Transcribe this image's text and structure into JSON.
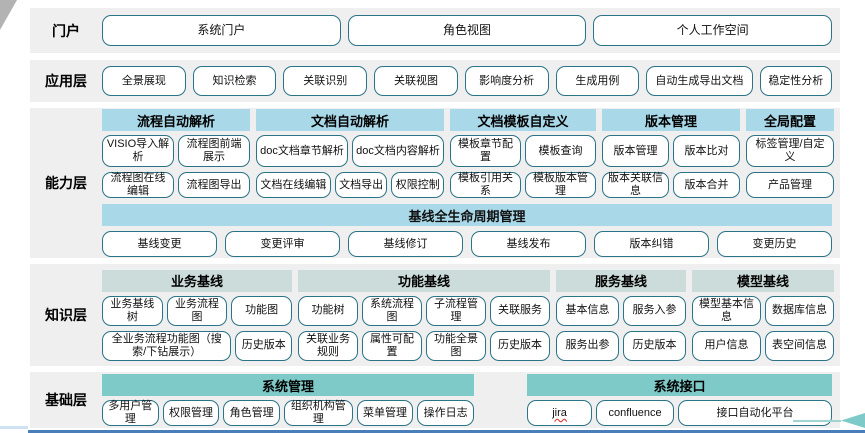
{
  "colors": {
    "band_bg": "#efefef",
    "capability_header_bg": "#a9d9e9",
    "knowledge_header_bg": "#ccdcda",
    "foundation_header_bg": "#7ecac8",
    "box_border": "#2b7386",
    "bottom_line": "#4a7ebb",
    "arrow": "#7ecac8"
  },
  "portal": {
    "label": "门户",
    "boxes": [
      "系统门户",
      "角色视图",
      "个人工作空间"
    ]
  },
  "application": {
    "label": "应用层",
    "boxes": [
      "全景展现",
      "知识检索",
      "关联识别",
      "关联视图",
      "影响度分析",
      "生成用例",
      "自动生成导出文档",
      "稳定性分析"
    ]
  },
  "capability": {
    "label": "能力层",
    "groups": [
      {
        "header": "流程自动解析",
        "row1": [
          "VISIO导入解析",
          "流程图前端展示"
        ],
        "row2": [
          "流程图在线编辑",
          "流程图导出"
        ]
      },
      {
        "header": "文档自动解析",
        "row1": [
          "doc文档章节解析",
          "doc文档内容解析"
        ],
        "row2": [
          "文档在线编辑",
          "文档导出",
          "权限控制"
        ]
      },
      {
        "header": "文档模板自定义",
        "row1": [
          "模板章节配置",
          "模板查询"
        ],
        "row2": [
          "模板引用关系",
          "模板版本管理"
        ]
      },
      {
        "header": "版本管理",
        "row1": [
          "版本管理",
          "版本比对"
        ],
        "row2": [
          "版本关联信息",
          "版本合并"
        ]
      },
      {
        "header": "全局配置",
        "row1": [
          "标签管理/自定义"
        ],
        "row2": [
          "产品管理"
        ]
      }
    ],
    "baseline": {
      "header": "基线全生命周期管理",
      "boxes": [
        "基线变更",
        "变更评审",
        "基线修订",
        "基线发布",
        "版本纠错",
        "变更历史"
      ]
    }
  },
  "knowledge": {
    "label": "知识层",
    "groups": [
      {
        "header": "业务基线",
        "row1": [
          "业务基线树",
          "业务流程图",
          "功能图"
        ],
        "row2": [
          "全业务流程功能图（搜索/下钻展示）",
          "历史版本"
        ]
      },
      {
        "header": "功能基线",
        "row1": [
          "功能树",
          "系统流程图",
          "子流程管理",
          "关联服务"
        ],
        "row2": [
          "关联业务规则",
          "属性可配置",
          "功能全景图",
          "历史版本"
        ]
      },
      {
        "header": "服务基线",
        "row1": [
          "基本信息",
          "服务入参"
        ],
        "row2": [
          "服务出参",
          "历史版本"
        ]
      },
      {
        "header": "模型基线",
        "row1": [
          "模型基本信息",
          "数据库信息"
        ],
        "row2": [
          "用户信息",
          "表空间信息"
        ]
      }
    ]
  },
  "foundation": {
    "label": "基础层",
    "groups": [
      {
        "header": "系统管理",
        "boxes": [
          "多用户管理",
          "权限管理",
          "角色管理",
          "组织机构管理",
          "菜单管理",
          "操作日志"
        ]
      },
      {
        "header": "系统接口",
        "boxes": [
          "jira",
          "confluence",
          "接口自动化平台"
        ]
      }
    ]
  }
}
